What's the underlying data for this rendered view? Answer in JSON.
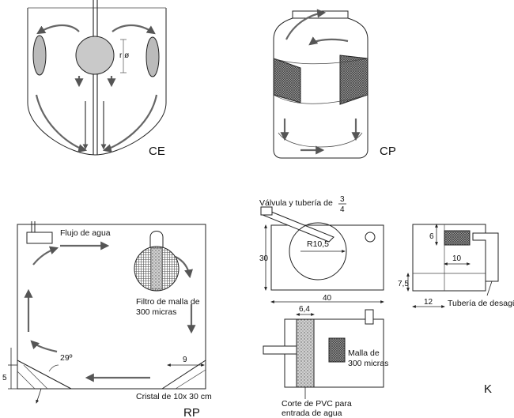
{
  "panels": {
    "ce": {
      "title": "CE",
      "radius_label": "r ø"
    },
    "cp": {
      "title": "CP"
    },
    "rp": {
      "title": "RP",
      "flow_label": "Flujo de agua",
      "filter_label_1": "Filtro de malla de",
      "filter_label_2": "300 micras",
      "angle_label": "29º",
      "dim_9": "9",
      "dim_5": "5",
      "glass_label": "Cristal de 10x 30 cm"
    },
    "k": {
      "title": "K",
      "valve_label": "Válvula y tubería de",
      "valve_frac_num": "3",
      "valve_frac_den": "4",
      "radius_label": "R10,5",
      "height_30": "30",
      "width_40": "40",
      "dim_64": "6,4",
      "mesh_label_1": "Malla de",
      "mesh_label_2": "300 micras",
      "pvc_label_1": "Corte de PVC para",
      "pvc_label_2": "entrada de agua",
      "dim_6": "6",
      "dim_10": "10",
      "dim_75": "7,5",
      "dim_12": "12",
      "drain_label": "Tubería de desagüe"
    }
  }
}
